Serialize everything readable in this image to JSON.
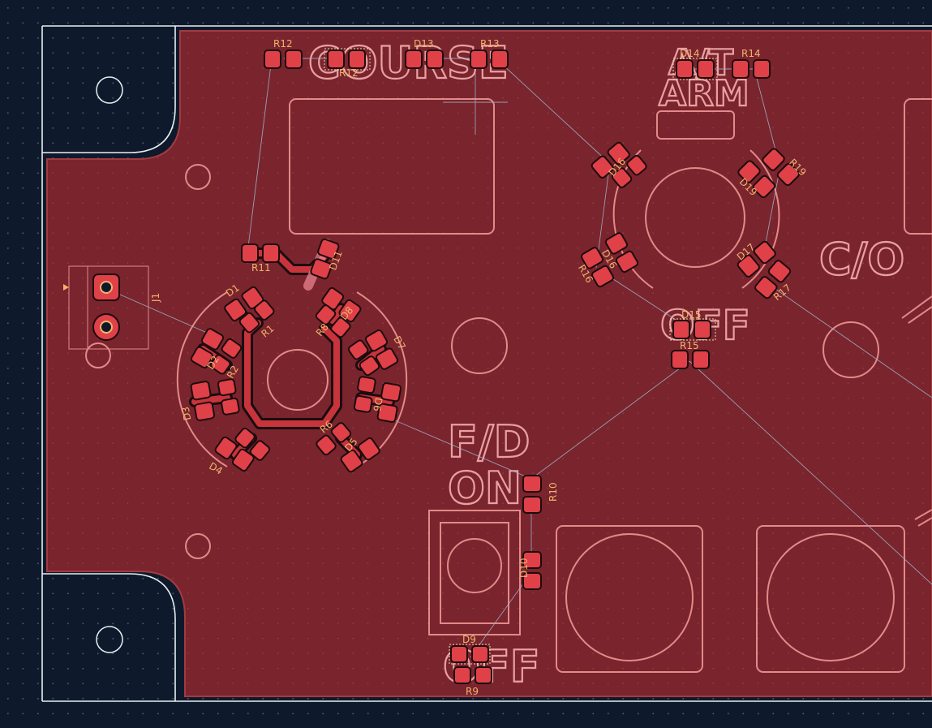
{
  "pcb": {
    "colors": {
      "background": "#0e1a2b",
      "copper_fill": "#7a242d",
      "pad": "#e04048",
      "silkscreen": "#e8a0a0",
      "reference_text": "#f0b36e",
      "board_edge": "#e9eef2"
    },
    "silk_labels": {
      "course": "COURSE",
      "at": "A/T",
      "arm": "ARM",
      "co": "C/O",
      "off_top": "OFF",
      "fd": "F/D",
      "on": "ON",
      "off_bottom": "OFF"
    },
    "refs": {
      "r12": "R12",
      "r12b": "R12",
      "d13": "D13",
      "r13": "R13",
      "d14": "D14",
      "r14": "R14",
      "r11": "R11",
      "d11": "D11",
      "d1": "D1",
      "r1": "R1",
      "r8": "R8",
      "d8": "D8",
      "d7": "D7",
      "d2": "D2",
      "d3": "D3",
      "d4": "D4",
      "r2": "R2",
      "r6": "R6",
      "d6": "D6",
      "d5": "D5",
      "j1": "J1",
      "r19": "R19",
      "d19": "D19",
      "d16": "D16",
      "r16": "R16",
      "d16b": "D16",
      "d17": "D17",
      "r17": "R17",
      "d15": "D15",
      "r15": "R15",
      "r10": "R10",
      "d10": "D10",
      "d9": "D9",
      "r9": "R9"
    }
  }
}
